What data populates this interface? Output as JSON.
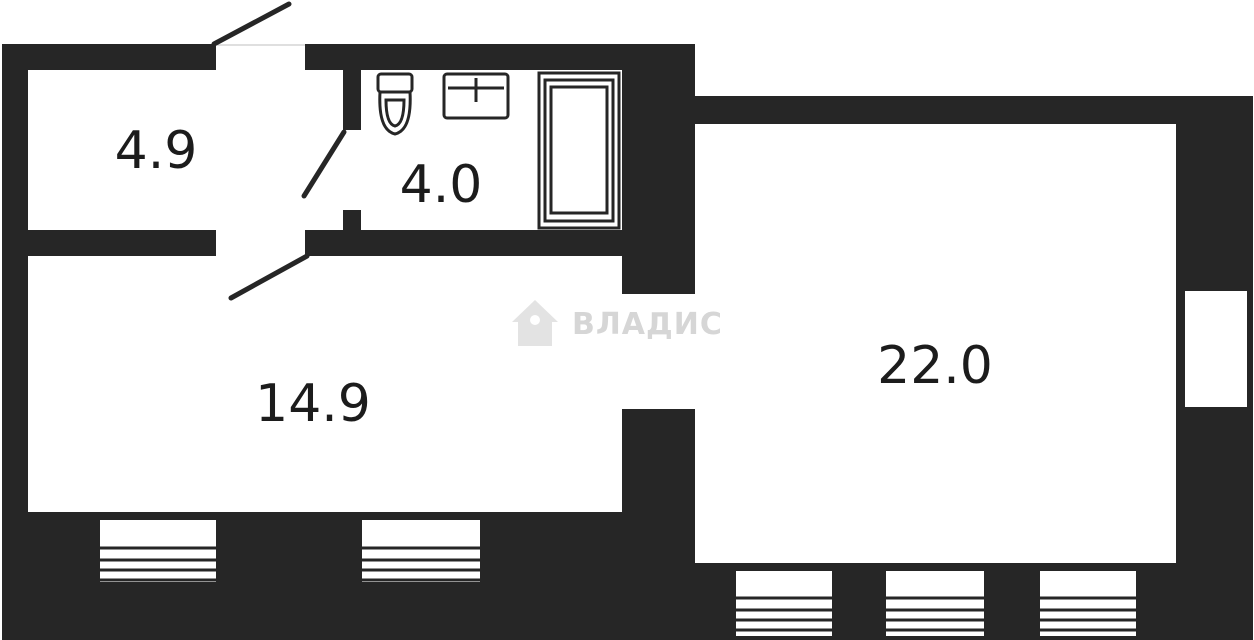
{
  "plan": {
    "wall_color": "#262626",
    "background_color": "#ffffff",
    "rooms": [
      {
        "id": "storage",
        "area": "4.9"
      },
      {
        "id": "bathroom",
        "area": "4.0"
      },
      {
        "id": "room-left",
        "area": "14.9"
      },
      {
        "id": "room-right",
        "area": "22.0"
      }
    ],
    "watermark": {
      "text": "ВЛАДИС",
      "color": "#d6d6d6",
      "icon": "house-logo-icon"
    },
    "fixtures": [
      "toilet-icon",
      "sink-icon",
      "bathtub-icon"
    ]
  }
}
